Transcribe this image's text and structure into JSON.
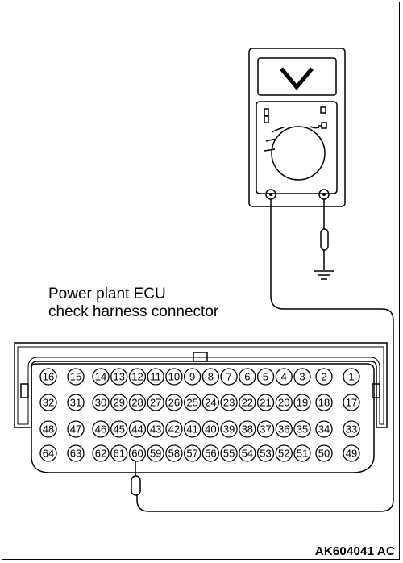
{
  "caption": {
    "line1": "Power plant ECU",
    "line2": "check harness connector"
  },
  "figure_code": "AK604041 AC",
  "meter": {
    "display_symbol": "V"
  },
  "connector": {
    "rows": [
      [
        "16",
        "15",
        "14",
        "13",
        "12",
        "11",
        "10",
        "9",
        "8",
        "7",
        "6",
        "5",
        "4",
        "3",
        "2",
        "1"
      ],
      [
        "32",
        "31",
        "30",
        "29",
        "28",
        "27",
        "26",
        "25",
        "24",
        "23",
        "22",
        "21",
        "20",
        "19",
        "18",
        "17"
      ],
      [
        "48",
        "47",
        "46",
        "45",
        "44",
        "43",
        "42",
        "41",
        "40",
        "39",
        "38",
        "37",
        "36",
        "35",
        "34",
        "33"
      ],
      [
        "64",
        "63",
        "62",
        "61",
        "60",
        "59",
        "58",
        "57",
        "56",
        "55",
        "54",
        "53",
        "52",
        "51",
        "50",
        "49"
      ]
    ],
    "probed_pin": "60"
  }
}
